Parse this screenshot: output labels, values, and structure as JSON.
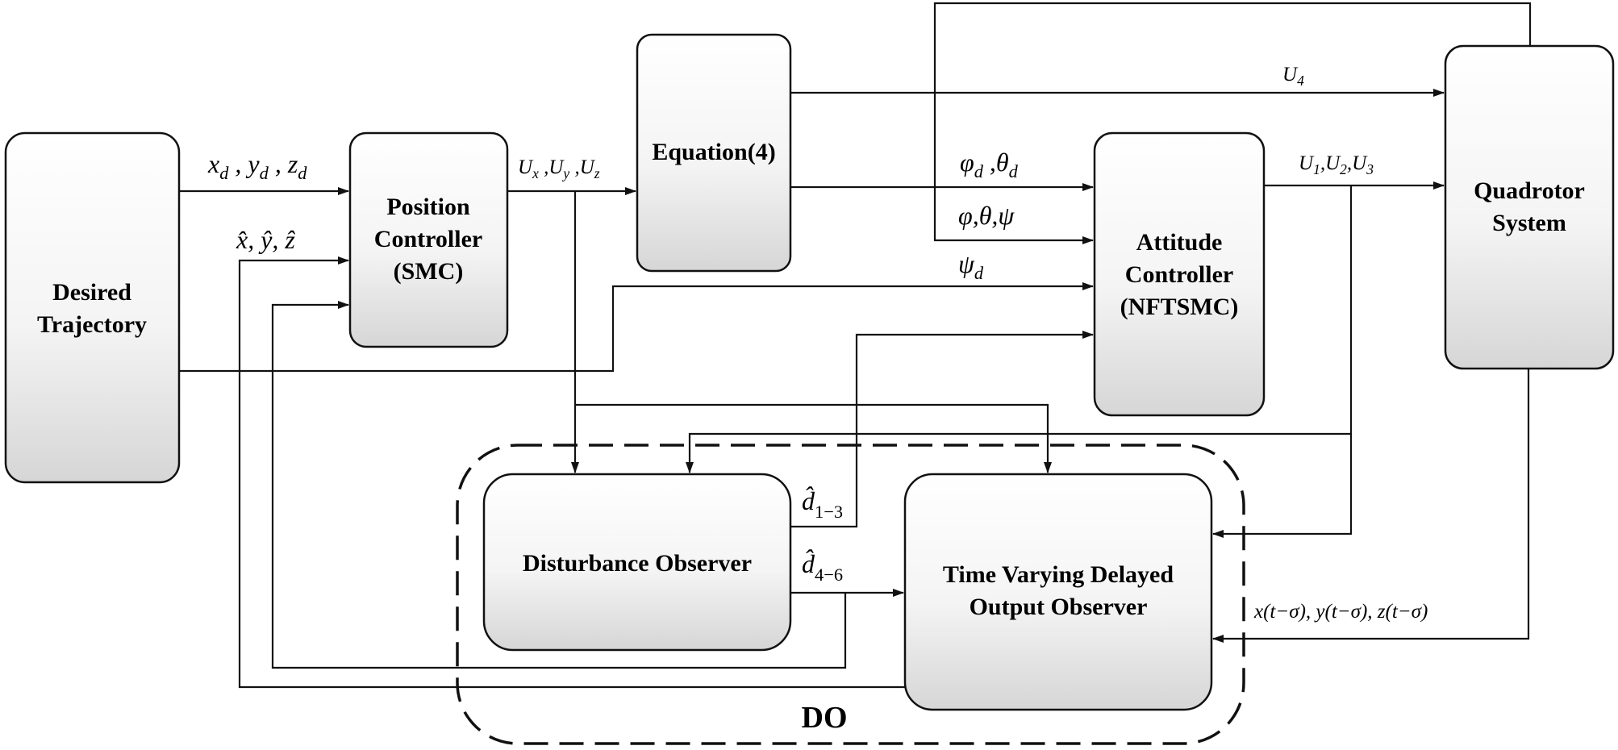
{
  "blocks": {
    "desired_trajectory": [
      "Desired",
      "Trajectory"
    ],
    "position_controller": [
      "Position",
      "Controller",
      "(SMC)"
    ],
    "equation": "Equation(4)",
    "attitude_controller": [
      "Attitude",
      "Controller",
      "(NFTSMC)"
    ],
    "quadrotor": [
      "Quadrotor",
      "System"
    ],
    "disturbance_observer": "Disturbance Observer",
    "tvdoo": [
      "Time Varying Delayed",
      "Output Observer"
    ],
    "do_group": "DO"
  },
  "signals": {
    "desired_xyz": "x_d , y_d , z_d",
    "estimated_xyz": "x̂, ŷ, ẑ",
    "u_xyz": "U_x ,U_y ,U_z",
    "u4": "U_4",
    "phi_theta_d": "φ_d ,θ_d",
    "phi_theta_psi": "φ,θ,ψ",
    "psi_d": "ψ_d",
    "u123": "U_1,U_2,U_3",
    "d_hat_13": "d̂_1−3",
    "d_hat_46": "d̂_4−6",
    "delayed_outputs": "x(t−σ), y(t−σ), z(t−σ)"
  },
  "colors": {
    "box_top": "#ffffff",
    "box_bottom": "#d9d9d9",
    "stroke": "#111111"
  }
}
